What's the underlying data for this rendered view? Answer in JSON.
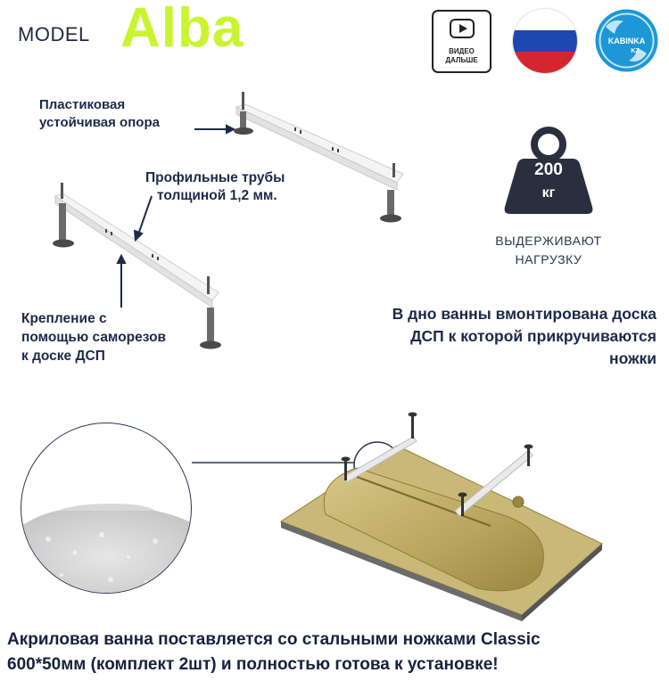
{
  "header": {
    "model_label": "MODEL",
    "model_name": "Alba",
    "video_badge_line1": "ВИДЕО",
    "video_badge_line2": "ДАЛЬШЕ",
    "logo_text_1": "KABINKA",
    "logo_text_2": "KZ"
  },
  "colors": {
    "model_name": "#c9f530",
    "text_primary": "#1c2a4a",
    "flag_white": "#ffffff",
    "flag_blue": "#1f47b0",
    "flag_red": "#d5262f",
    "logo_blue": "#1d97d6"
  },
  "callouts": {
    "support_label": "Пластиковая\nустойчивая опора",
    "pipes_label_line1": "Профильные  трубы",
    "pipes_label_line2": "толщиной 1,2 мм.",
    "mount_label_line1": "Крепление с",
    "mount_label_line2": "помощью саморезов",
    "mount_label_line3": "к доске ДСП"
  },
  "weight": {
    "value": "200",
    "unit": "кг",
    "caption_line1": "ВЫДЕРЖИВАЮТ",
    "caption_line2": "НАГРУЗКУ"
  },
  "note": {
    "line1": "В дно ванны вмонтирована доска",
    "line2": "ДСП к которой прикручиваются",
    "line3": "ножки"
  },
  "footer": {
    "line1": "Акриловая ванна поставляется со стальными ножками Classic",
    "line2": "600*50мм (комплект 2шт) и полностью готова к установке!"
  },
  "icons": [
    "play-icon",
    "russia-flag-icon",
    "kabinka-logo-icon",
    "weight-icon"
  ]
}
